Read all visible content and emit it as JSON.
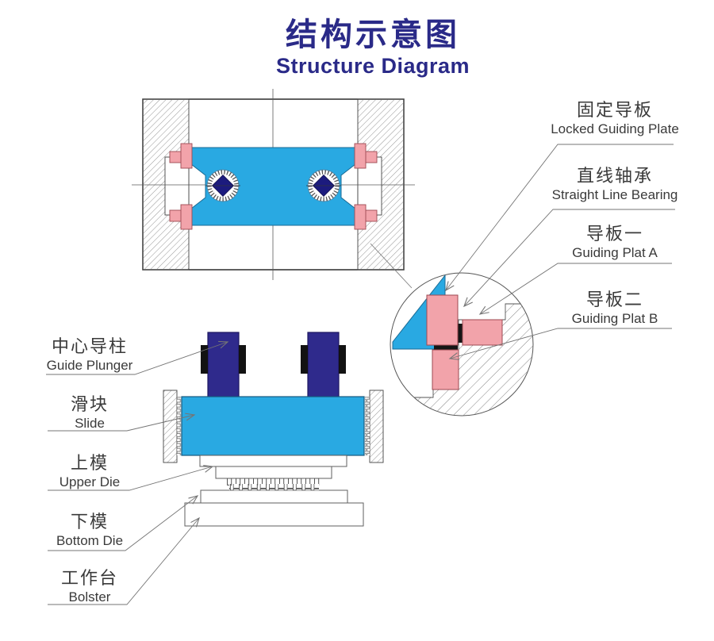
{
  "title": {
    "zh": "结构示意图",
    "en": "Structure Diagram"
  },
  "labels": {
    "right": [
      {
        "zh": "固定导板",
        "en": "Locked Guiding Plate"
      },
      {
        "zh": "直线轴承",
        "en": "Straight Line Bearing"
      },
      {
        "zh": "导板一",
        "en": "Guiding Plat A"
      },
      {
        "zh": "导板二",
        "en": "Guiding Plat B"
      }
    ],
    "left": [
      {
        "zh": "中心导柱",
        "en": "Guide Plunger"
      },
      {
        "zh": "滑块",
        "en": "Slide"
      },
      {
        "zh": "上模",
        "en": "Upper Die"
      },
      {
        "zh": "下模",
        "en": "Bottom Die"
      },
      {
        "zh": "工作台",
        "en": "Bolster"
      }
    ]
  },
  "colors": {
    "title_navy": "#2A2A88",
    "slide_blue": "#29A9E2",
    "plunger_navy": "#2F2A8C",
    "bearing_diamond_navy": "#1C1B7E",
    "guiding_plate_pink": "#F2A3AA",
    "leader_line_gray": "#757575",
    "label_text": "#3A3A3A"
  }
}
